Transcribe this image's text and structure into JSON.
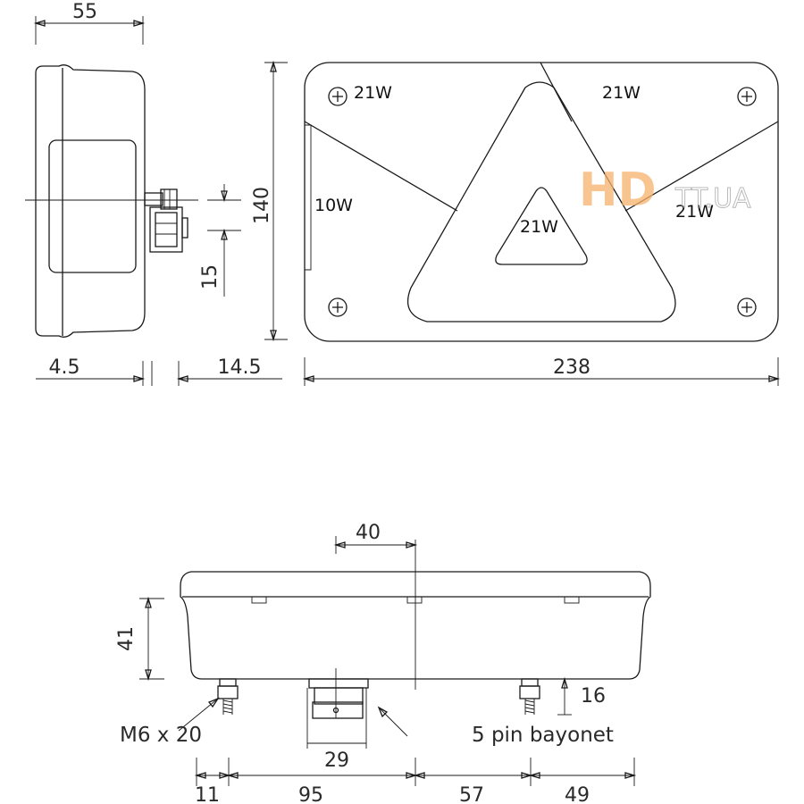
{
  "watermark": {
    "hd": "HD",
    "rest": "TT.UA"
  },
  "side_view": {
    "depth": "55",
    "height": "140",
    "connector_offset": "15",
    "rim": "4.5",
    "connector_depth": "14.5"
  },
  "front_view": {
    "width": "238",
    "lamps": {
      "top_left": "21W",
      "top_right": "21W",
      "left": "10W",
      "right": "21W",
      "center": "21W"
    }
  },
  "bottom_view": {
    "connector_spacing": "40",
    "body_height": "41",
    "bolt_length": "16",
    "bolt_label": "M6 x 20",
    "connector_label": "5 pin bayonet",
    "connector_width": "29",
    "offsets": [
      "11",
      "95",
      "57",
      "49"
    ]
  }
}
